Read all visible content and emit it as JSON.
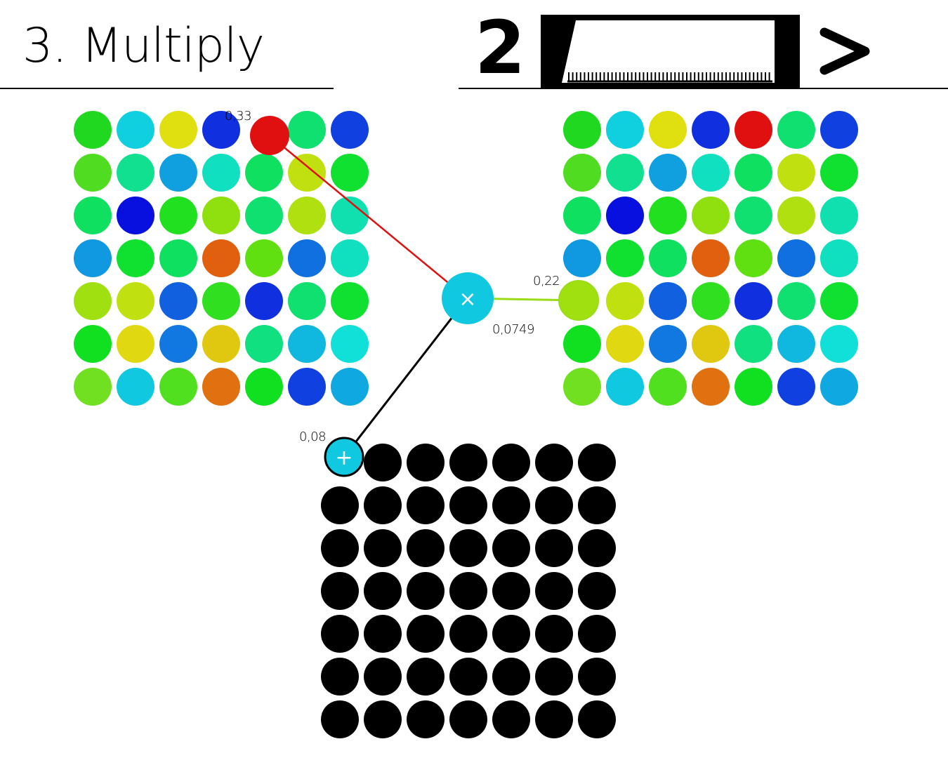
{
  "header": {
    "title": "3. Multiply",
    "step_number": "2"
  },
  "controls": {
    "next_icon": "chevron-right-icon",
    "progress_icon": "ruler-slider-icon"
  },
  "labels": {
    "input_a_value": "0,33",
    "input_b_value": "0,22",
    "product_value": "0,0749",
    "accumulator_value": "0,08"
  },
  "operators": {
    "multiply_glyph": "×",
    "add_glyph": "+"
  },
  "colors": {
    "operator_node": "#10c8e0",
    "link_a": "#e01010",
    "link_b": "#9adc1a",
    "link_out": "#000000",
    "output_dot": "#000000"
  },
  "grids": {
    "input_a": [
      [
        "#20d820",
        "#10d0e0",
        "#e0e010",
        "#1030e0",
        "#e01010",
        "#10e070",
        "#1040e0"
      ],
      [
        "#50dc20",
        "#10e090",
        "#10a0e0",
        "#10e0c0",
        "#10e060",
        "#c0e010",
        "#10e030"
      ],
      [
        "#10e060",
        "#0810e0",
        "#20e020",
        "#90e010",
        "#10e070",
        "#b0e010",
        "#10e0b0"
      ],
      [
        "#1098e0",
        "#10e030",
        "#10e060",
        "#e06010",
        "#60e010",
        "#1070e0",
        "#10e0c0"
      ],
      [
        "#a0e010",
        "#c0e010",
        "#1060e0",
        "#30e020",
        "#1030e0",
        "#10e070",
        "#10e030"
      ],
      [
        "#10e020",
        "#e0d810",
        "#1078e0",
        "#e0c810",
        "#10e080",
        "#10b8e0",
        "#10e0d8"
      ],
      [
        "#70e020",
        "#10c8e0",
        "#50e020",
        "#e07010",
        "#10e020",
        "#1040e0",
        "#10a8e0"
      ]
    ],
    "input_b": [
      [
        "#20d820",
        "#10d0e0",
        "#e0e010",
        "#1030e0",
        "#e01010",
        "#10e070",
        "#1040e0"
      ],
      [
        "#50dc20",
        "#10e090",
        "#10a0e0",
        "#10e0c0",
        "#10e060",
        "#c0e010",
        "#10e030"
      ],
      [
        "#10e060",
        "#0810e0",
        "#20e020",
        "#90e010",
        "#10e070",
        "#b0e010",
        "#10e0b0"
      ],
      [
        "#1098e0",
        "#10e030",
        "#10e060",
        "#e06010",
        "#60e010",
        "#1070e0",
        "#10e0c0"
      ],
      [
        "#a0e010",
        "#c0e010",
        "#1060e0",
        "#30e020",
        "#1030e0",
        "#10e070",
        "#10e030"
      ],
      [
        "#10e020",
        "#e0d810",
        "#1078e0",
        "#e0c810",
        "#10e080",
        "#10b8e0",
        "#10e0d8"
      ],
      [
        "#70e020",
        "#10c8e0",
        "#50e020",
        "#e07010",
        "#10e020",
        "#1040e0",
        "#10a8e0"
      ]
    ],
    "output_size": 7
  }
}
